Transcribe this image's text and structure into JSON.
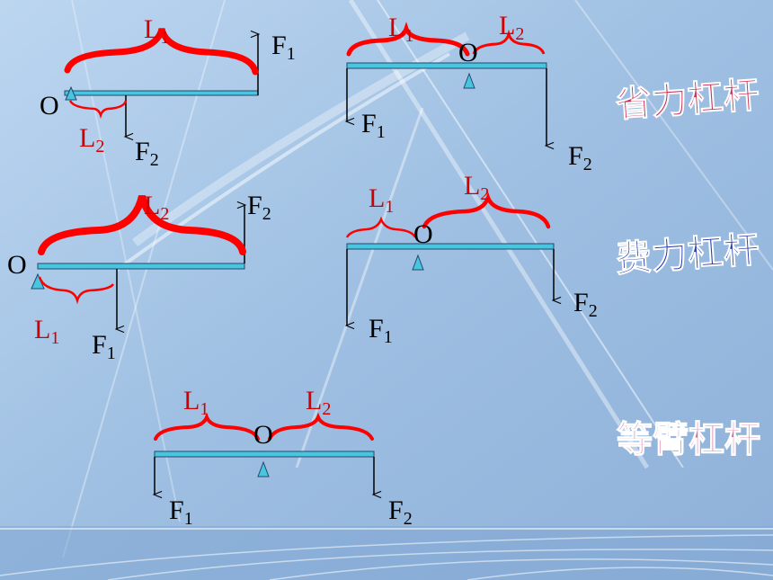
{
  "colors": {
    "background": "#a9c6e6",
    "lever_fill": "#48c6e0",
    "lever_stroke": "#23476a",
    "brace": "#ff0000",
    "label_red": "#d10000",
    "label_black": "#000000",
    "cap_save": "#c8325a",
    "cap_cost": "#2b3fb0",
    "cap_equal": "#d66aa0"
  },
  "sym": {
    "O": "O",
    "F": "F",
    "L": "L",
    "one": "1",
    "two": "2"
  },
  "captions": {
    "labor_saving": "省力杠杆",
    "labor_costing": "费力杠杆",
    "equal_arm": "等臂杠杆"
  }
}
